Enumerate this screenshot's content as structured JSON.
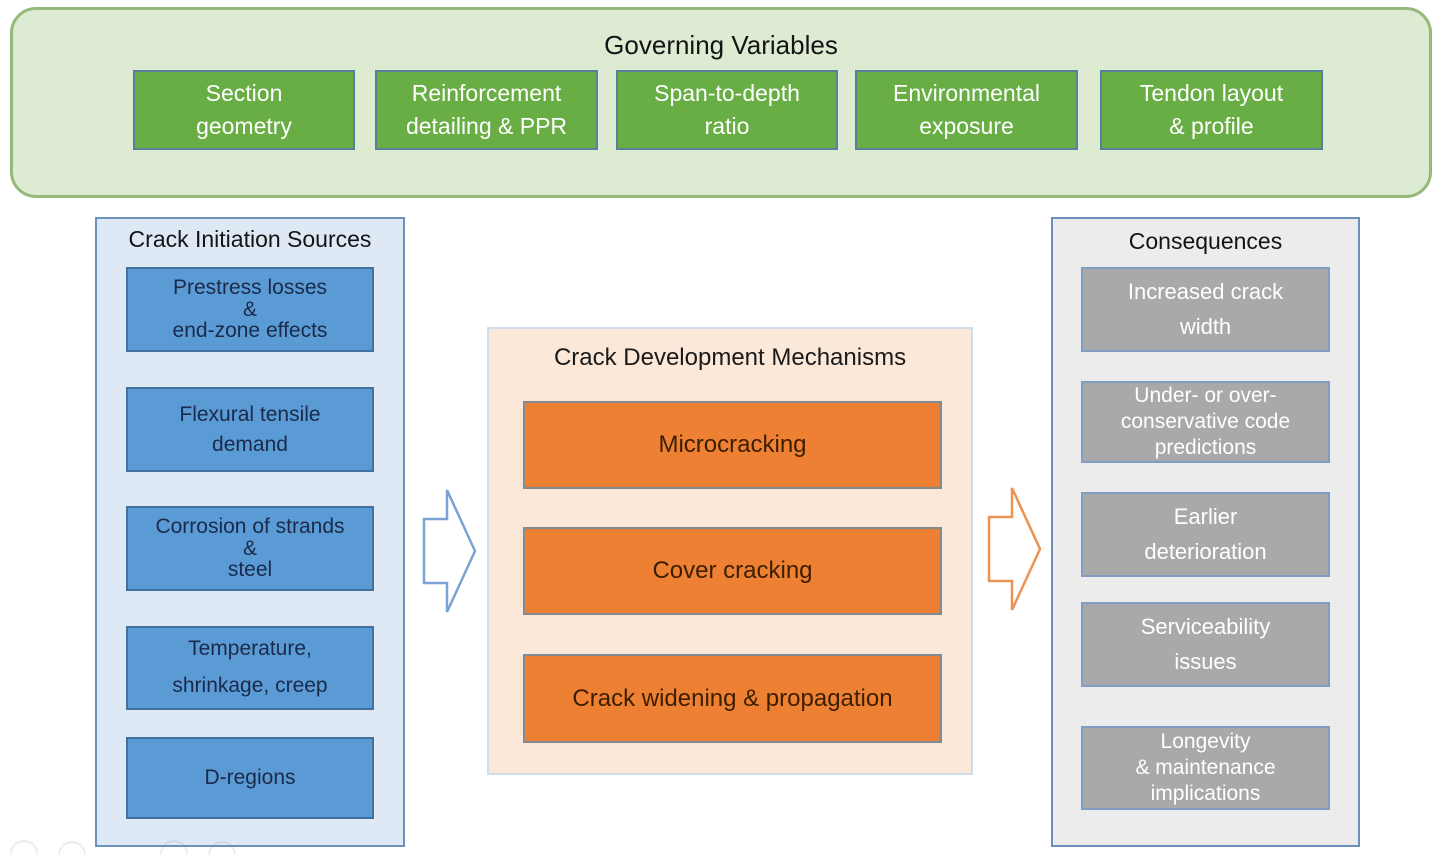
{
  "governing_panel": {
    "title": "Governing Variables",
    "fill": "#dcebd2",
    "border_color": "#94b978",
    "box_fill": "#68ae44",
    "box_border": "#5a7f9b",
    "box_text_color": "#ffffff",
    "items": [
      {
        "label": "Section\ngeometry"
      },
      {
        "label": "Reinforcement\ndetailing & PPR"
      },
      {
        "label": "Span-to-depth\nratio"
      },
      {
        "label": "Environmental\nexposure"
      },
      {
        "label": "Tendon layout\n& profile"
      }
    ]
  },
  "initiation_panel": {
    "title": "Crack Initiation Sources",
    "fill": "#dfe9f5",
    "border_color": "#6d90bb",
    "box_fill": "#5b9bd5",
    "box_border": "#41719c",
    "box_text_color": "#1b2a4a",
    "items": [
      {
        "label": "Prestress losses\n&\nend-zone effects"
      },
      {
        "label": "Flexural tensile\ndemand"
      },
      {
        "label": "Corrosion of strands\n&\nsteel"
      },
      {
        "label": "Temperature,\nshrinkage, creep"
      },
      {
        "label": "D-regions"
      }
    ]
  },
  "mechanisms_panel": {
    "title": "Crack Development Mechanisms",
    "fill": "#fbe8d9",
    "border_color": "#cfdcec",
    "box_fill": "#ee8033",
    "box_border": "#828a92",
    "box_text_color": "#3c1e00",
    "items": [
      {
        "label": "Microcracking"
      },
      {
        "label": "Cover cracking"
      },
      {
        "label": "Crack widening & propagation"
      }
    ]
  },
  "consequences_panel": {
    "title": "Consequences",
    "fill": "#ececec",
    "border_color": "#6d90bb",
    "box_fill": "#a9a9a9",
    "box_border": "#7f9dc1",
    "box_text_color": "#ffffff",
    "items": [
      {
        "label": "Increased crack\nwidth"
      },
      {
        "label": "Under- or over-\nconservative code\npredictions"
      },
      {
        "label": "Earlier\ndeterioration"
      },
      {
        "label": "Serviceability\nissues"
      },
      {
        "label": "Longevity\n& maintenance\nimplications"
      }
    ]
  },
  "arrows": {
    "left_outline_color": "#7ba4d4",
    "right_outline_color": "#ed9254"
  }
}
